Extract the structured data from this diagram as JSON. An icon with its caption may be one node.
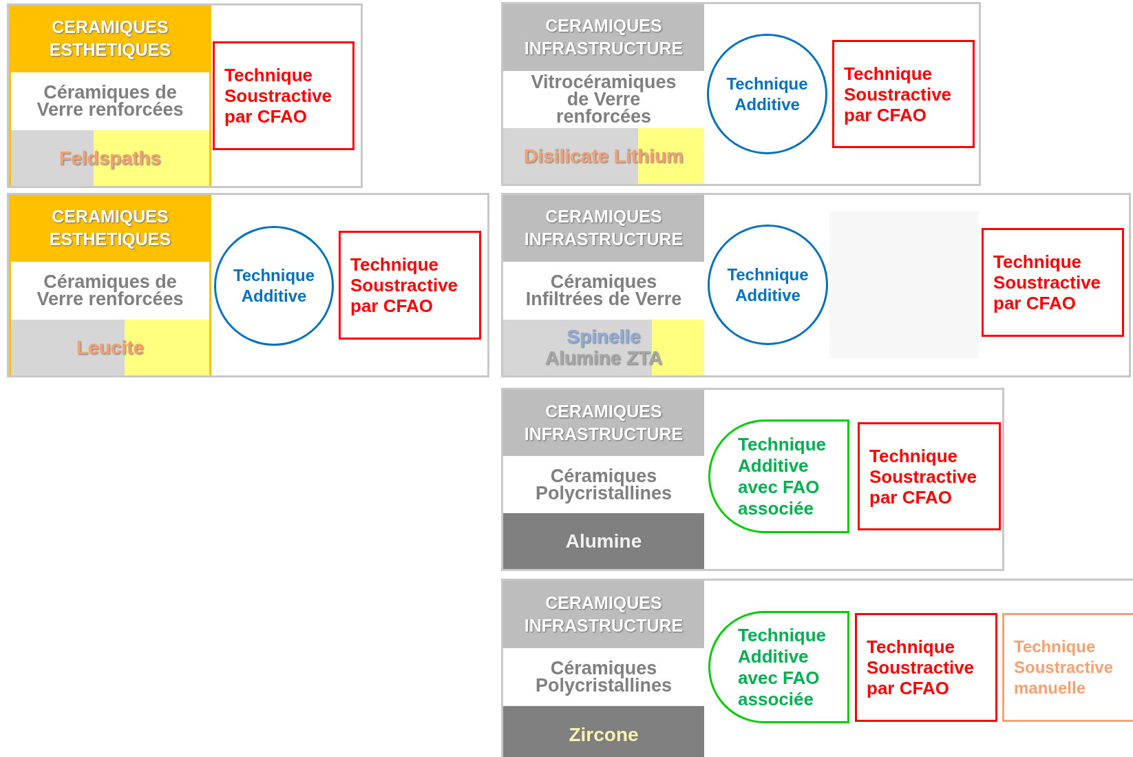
{
  "diagram": {
    "nodes": [
      {
        "text": [],
        "shape": "box"
      },
      {
        "text": [
          "CERAMIQUES ESTHETIQUES"
        ],
        "in": 0
      },
      {
        "text": [
          "Céramiques de Verre renforcées"
        ],
        "in": 0
      },
      {
        "text": [
          "Feldspaths"
        ],
        "in": 0
      },
      {
        "text": [
          "Technique Soustractive par CFAO"
        ],
        "in": 0
      },
      {
        "text": [],
        "shape": "box"
      },
      {
        "text": [
          "CERAMIQUES ESTHETIQUES"
        ],
        "in": 5
      },
      {
        "text": [
          "Céramiques de Verre renforcées"
        ],
        "in": 5
      },
      {
        "text": [
          "Leucite"
        ],
        "in": 5
      },
      {
        "text": [
          "Technique Additive"
        ],
        "in": 5
      },
      {
        "text": [
          "Technique Soustractive par CFAO"
        ],
        "in": 5
      },
      {
        "text": [],
        "shape": "box"
      },
      {
        "text": [
          "CERAMIQUES INFRASTRUCTURE"
        ],
        "in": 11
      },
      {
        "text": [
          "Vitrocéramiques de Verre renforcées"
        ],
        "in": 11
      },
      {
        "text": [
          "Disilicate Lithium"
        ],
        "in": 11
      },
      {
        "text": [
          "Technique Additive"
        ],
        "in": 11
      },
      {
        "text": [
          "Technique Soustractive par CFAO"
        ],
        "in": 11
      },
      {
        "text": [],
        "shape": "box"
      },
      {
        "text": [
          "CERAMIQUES INFRASTRUCTURE"
        ],
        "in": 17
      },
      {
        "text": [
          "Céramiques Infiltrées de Verre"
        ],
        "in": 17
      },
      {
        "text": [
          "Spinelle",
          "Alumine ZTA"
        ],
        "in": 17
      },
      {
        "text": [
          "Technique Additive"
        ],
        "in": 17
      },
      {
        "text": [],
        "shape": "box",
        "in": 17
      },
      {
        "text": [
          "Technique Soustractive par CFAO"
        ],
        "in": 17
      },
      {
        "text": [],
        "shape": "box"
      },
      {
        "text": [
          "CERAMIQUES INFRASTRUCTURE"
        ],
        "in": 24
      },
      {
        "text": [
          "Céramiques Polycristallines"
        ],
        "in": 24
      },
      {
        "text": [
          "Alumine"
        ],
        "in": 24
      },
      {
        "text": [
          "Technique Additive avec FAO associée"
        ],
        "in": 24
      },
      {
        "text": [
          "Technique Soustractive par CFAO"
        ],
        "in": 24
      },
      {
        "text": [],
        "shape": "box"
      },
      {
        "text": [
          "CERAMIQUES INFRASTRUCTURE"
        ],
        "in": 30
      },
      {
        "text": [
          "Céramiques Polycristallines"
        ],
        "in": 30
      },
      {
        "text": [
          "Zircone"
        ],
        "in": 30
      },
      {
        "text": [
          "Technique Additive avec FAO associée"
        ],
        "in": 30
      },
      {
        "text": [
          "Technique Soustractive par CFAO"
        ],
        "in": 30
      },
      {
        "text": [
          "Technique Soustractive manuelle"
        ],
        "in": 30
      }
    ]
  }
}
